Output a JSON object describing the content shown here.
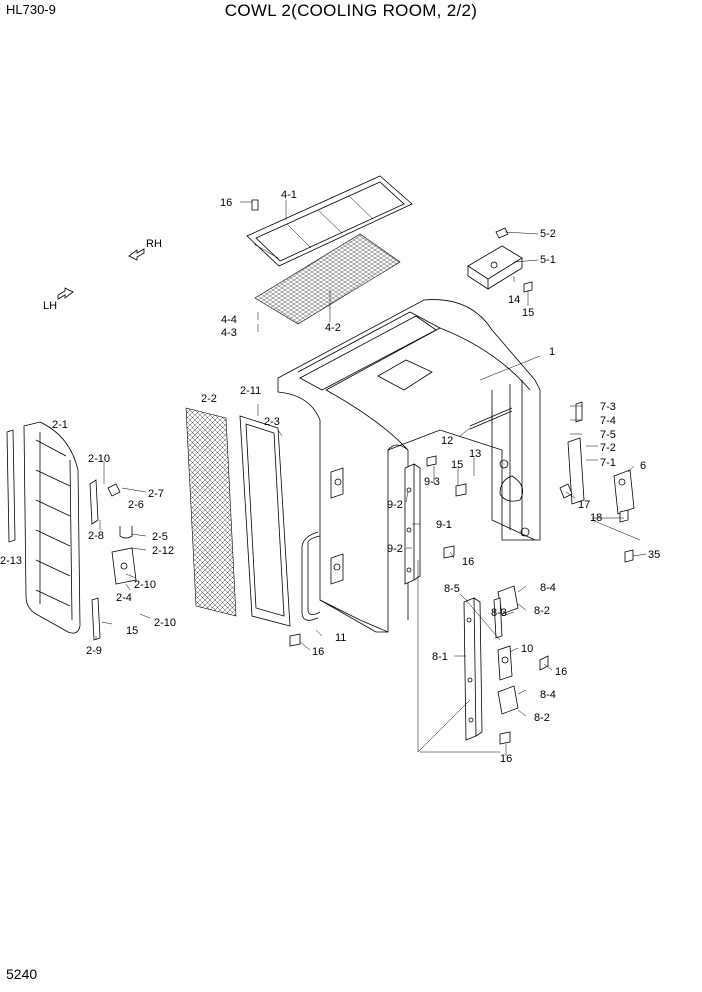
{
  "header": {
    "model": "HL730-9",
    "title": "COWL 2(COOLING ROOM, 2/2)"
  },
  "footer": {
    "page_number": "5240"
  },
  "direction_labels": {
    "rh": "RH",
    "lh": "LH"
  },
  "callouts": [
    "16",
    "4-1",
    "5-2",
    "5-1",
    "14",
    "15",
    "4-2",
    "4-4",
    "4-3",
    "1",
    "7-3",
    "7-4",
    "7-5",
    "7-2",
    "7-1",
    "6",
    "17",
    "18",
    "35",
    "2-2",
    "2-11",
    "2-3",
    "2-1",
    "2-10",
    "2-7",
    "2-6",
    "2-8",
    "2-5",
    "2-12",
    "2-13",
    "2-10",
    "2-4",
    "15",
    "2-10",
    "2-9",
    "12",
    "13",
    "15",
    "9-3",
    "9-2",
    "9-1",
    "9-2",
    "16",
    "11",
    "16",
    "8-5",
    "8-4",
    "8-3",
    "8-2",
    "8-1",
    "10",
    "16",
    "8-4",
    "8-2",
    "16"
  ]
}
